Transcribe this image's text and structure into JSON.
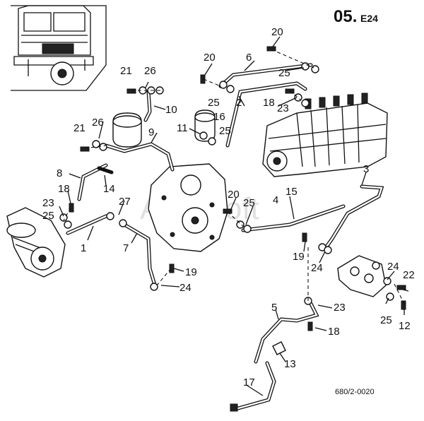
{
  "header": {
    "code_main": "05.",
    "code_sub": "E24"
  },
  "reference": "680/2-0020",
  "watermark": "AutoSoft",
  "callouts": {
    "c1": "1",
    "c2": "2",
    "c3": "3",
    "c4": "4",
    "c5": "5",
    "c6": "6",
    "c7": "7",
    "c8": "8",
    "c9": "9",
    "c10": "10",
    "c11": "11",
    "c12": "12",
    "c13": "13",
    "c14": "14",
    "c15": "15",
    "c16": "16",
    "c17": "17",
    "c18a": "18",
    "c18b": "18",
    "c18c": "18",
    "c19a": "19",
    "c19b": "19",
    "c20a": "20",
    "c20b": "20",
    "c20c": "20",
    "c21a": "21",
    "c21b": "21",
    "c22": "22",
    "c23a": "23",
    "c23b": "23",
    "c23c": "23",
    "c24a": "24",
    "c24b": "24",
    "c24c": "24",
    "c25a": "25",
    "c25b": "25",
    "c25c": "25",
    "c25d": "25",
    "c25e": "25",
    "c26a": "26",
    "c26b": "26",
    "c27": "27"
  }
}
